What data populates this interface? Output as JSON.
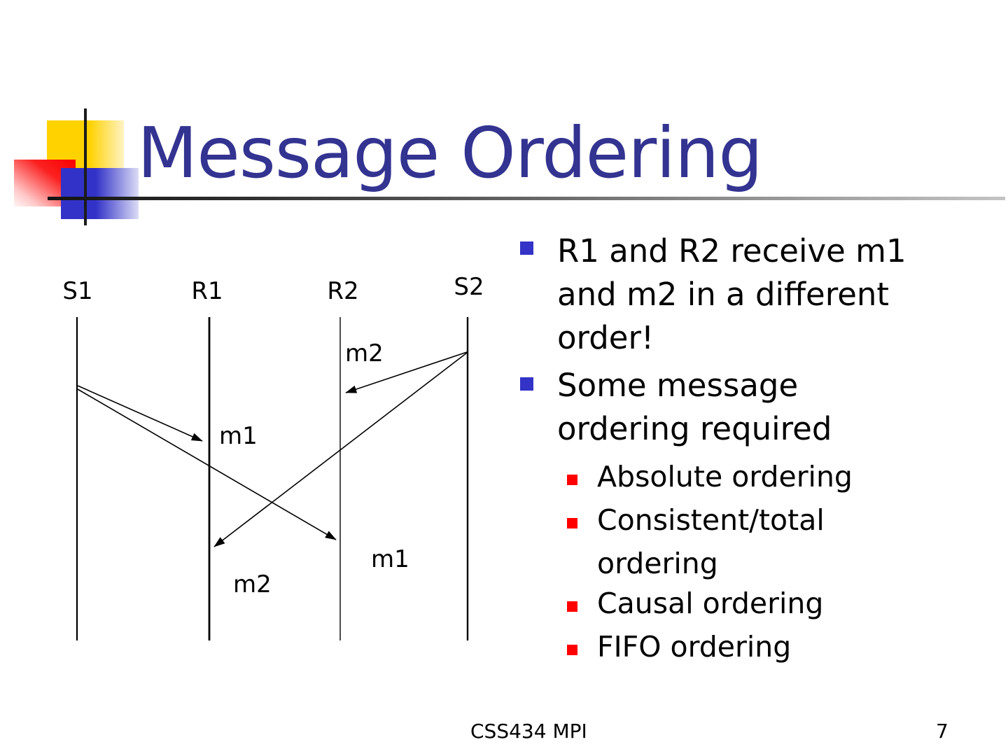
{
  "slide": {
    "title": "Message Ordering",
    "footer": "CSS434 MPI",
    "page_number": "7"
  },
  "colors": {
    "title_text": "#333391",
    "level1_bullet_square": "#3333C8",
    "level2_bullet_square": "#FF0000",
    "decoration_yellow": "#FFD200",
    "decoration_red": "#F80000",
    "decoration_blue": "#3232C8",
    "diagram_ink": "#000000",
    "body_text": "#000000"
  },
  "diagram": {
    "processes": [
      {
        "label": "S1"
      },
      {
        "label": "R1"
      },
      {
        "label": "R2"
      },
      {
        "label": "S2"
      }
    ],
    "messages": [
      {
        "label": "m1",
        "from": "S1",
        "to": "R1"
      },
      {
        "label": "m1",
        "from": "S1",
        "to": "R2"
      },
      {
        "label": "m2",
        "from": "S2",
        "to": "R2"
      },
      {
        "label": "m2",
        "from": "S2",
        "to": "R1"
      }
    ]
  },
  "bullets": [
    {
      "level": 1,
      "lines": [
        "R1 and R2 receive m1",
        "and m2 in a different",
        "order!"
      ]
    },
    {
      "level": 1,
      "lines": [
        "Some message",
        "ordering required"
      ]
    },
    {
      "level": 2,
      "lines": [
        "Absolute ordering"
      ]
    },
    {
      "level": 2,
      "lines": [
        "Consistent/total",
        "ordering"
      ]
    },
    {
      "level": 2,
      "lines": [
        "Causal ordering"
      ]
    },
    {
      "level": 2,
      "lines": [
        "FIFO ordering"
      ]
    }
  ]
}
